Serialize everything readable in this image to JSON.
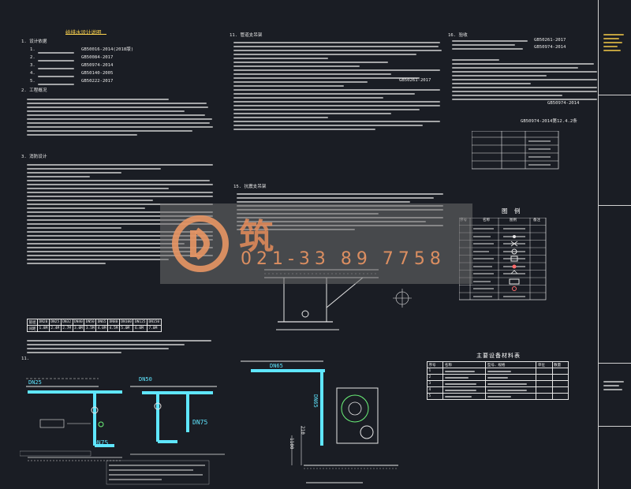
{
  "title_main": "给排水设计说明",
  "section1_heading": "1. 设计依据",
  "standards": [
    {
      "no": "1.",
      "code": "GB50016-2014(2018版)"
    },
    {
      "no": "2.",
      "code": "GB50084-2017"
    },
    {
      "no": "3.",
      "code": "GB50974-2014"
    },
    {
      "no": "4.",
      "code": "GB50140-2005"
    },
    {
      "no": "5.",
      "code": "GB50222-2017"
    }
  ],
  "section2_heading": "2. 工程概况",
  "section3_heading": "3. 消防设计",
  "pipe_size_table": {
    "header": [
      "管径",
      "DN20",
      "DN25",
      "DN32",
      "DN40",
      "DN50",
      "DN65",
      "DN80",
      "DN100",
      "DN125",
      "DN150"
    ],
    "row": [
      "间距",
      "1.8M",
      "2.4M",
      "2.7M",
      "3.0M",
      "3.5M",
      "4.0M",
      "4.5M",
      "5.0M",
      "6.0M",
      "7.0M"
    ]
  },
  "mid_section_heading": "11. 管道支吊架",
  "mid_standard": "GB50261-2017",
  "mid_section15": "15. 抗震支吊架",
  "right_section16": "16. 验收",
  "right_standards": [
    "GB50261-2017",
    "GB50974-2014"
  ],
  "right_standard_long": "GB50974-2014",
  "right_standard_long2": "GB50974-2014第12.4.2条",
  "legend_title": "图  例",
  "legend_rows": [
    "序号",
    "1",
    "2",
    "3",
    "4",
    "5",
    "6",
    "7",
    "8",
    "9",
    "10"
  ],
  "legend_header_name": "名称",
  "legend_header_symbol": "图例",
  "legend_header_note": "备注",
  "materials_title": "主要设备材料表",
  "materials_rows": [
    "1",
    "2",
    "3",
    "4",
    "5"
  ],
  "materials_header": [
    "序号",
    "名称",
    "型号、规格",
    "单位",
    "数量"
  ],
  "labels": {
    "dn25": "DN25",
    "dn75": "DN75",
    "dn75b": "DN75",
    "dn65": "DN65",
    "dn65b": "DN65",
    "dn50": "DN50",
    "dim_1100": "1100",
    "dim_210": "210",
    "section_note": "11."
  },
  "watermark": {
    "brand": "筑",
    "phone": "021-33 89 7758"
  },
  "colors": {
    "background": "#1a1d24",
    "line": "#e6e6e6",
    "cyan": "#5fe6ff",
    "yellow": "#ffd54f",
    "green": "#6cf57a"
  }
}
